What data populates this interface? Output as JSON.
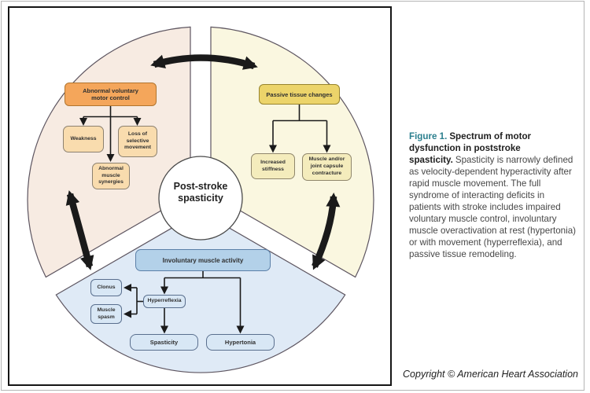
{
  "panel": {
    "center_label": {
      "line1": "Post-stroke",
      "line2": "spasticity"
    },
    "sectors": {
      "motor": {
        "title": "Abnormal voluntary motor control",
        "children": [
          "Weakness",
          "Loss of selective movement",
          "Abnormal muscle synergies"
        ]
      },
      "tissue": {
        "title": "Passive tissue changes",
        "children": [
          "Increased stiffness",
          "Muscle and/or joint capsule contracture"
        ]
      },
      "involuntary": {
        "title": "Involuntary muscle activity",
        "children": [
          "Clonus",
          "Muscle spasm",
          "Hyperreflexia",
          "Spasticity",
          "Hypertonia"
        ]
      }
    },
    "colors": {
      "sector_motor_fill": "#f7ebe2",
      "sector_tissue_fill": "#faf7e0",
      "sector_involuntary_fill": "#dfeaf6",
      "box_motor_main": "#f4a65b",
      "box_motor_child": "#f9dcae",
      "box_tissue_main": "#ecd46a",
      "box_tissue_child": "#f4ecbc",
      "box_involuntary_main": "#b3d1e9",
      "box_involuntary_child": "#d8e7f5",
      "arrow": "#1a1a1a"
    }
  },
  "caption": {
    "label": "Figure 1.",
    "title": "Spectrum of motor dysfunction in poststroke spasticity.",
    "body": "Spasticity is narrowly defined as velocity-dependent hyperactivity after rapid muscle movement. The full syndrome of interacting deficits in patients with stroke includes impaired voluntary muscle control, involuntary muscle overactivation at rest (hypertonia) or with movement (hyperreflexia), and passive tissue remodeling."
  },
  "copyright": "Copyright © American Heart Association"
}
